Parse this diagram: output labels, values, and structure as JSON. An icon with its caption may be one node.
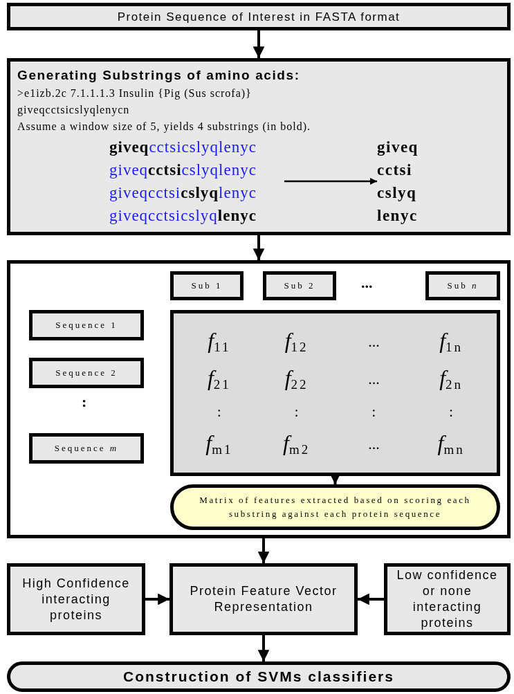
{
  "diagram": {
    "nodes": [
      {
        "text": [
          "Protein Sequence of Interest in FASTA format"
        ]
      },
      {
        "text": [
          "Generating Substrings of amino acids:",
          ">e1izb.2c 7.1.1.1.3 Insulin {Pig (Sus scrofa)}",
          "giveqcctsicslyqlenycn",
          "Assume a window size of 5, yields 4 substrings (in bold)."
        ]
      },
      {
        "text": [
          "**giveq**cctsicslyqlenyc",
          "giveq**cctsi**cslyqlenyc",
          "giveqcctsi**cslyq**lenyc",
          "giveqcctsicslyq**lenyc**"
        ],
        "in": 1
      },
      {
        "text": [
          "giveq",
          "cctsi",
          "cslyq",
          "lenyc"
        ],
        "in": 1
      },
      {
        "text": [],
        "shape": "box"
      },
      {
        "text": [
          "Sub 1"
        ],
        "in": 4
      },
      {
        "text": [
          "Sub 2"
        ],
        "in": 4
      },
      {
        "text": [
          "Sub *n*"
        ],
        "in": 4
      },
      {
        "text": [
          "Sequence 1"
        ],
        "in": 4
      },
      {
        "text": [
          "Sequence 2"
        ],
        "in": 4
      },
      {
        "text": [
          "Sequence *m*"
        ],
        "in": 4
      },
      {
        "text": [
          "*f*$_{11}$",
          "*f*$_{12}$",
          "...",
          "*f*$_{1n}$",
          "*f*$_{21}$",
          "*f*$_{22}$",
          "...",
          "*f*$_{2n}$",
          ":",
          ":",
          ":",
          ":",
          "*f*$_{m1}$",
          "*f*$_{m2}$",
          "...",
          "*f*$_{mn}$"
        ],
        "in": 4
      },
      {
        "text": [
          "Matrix of features extracted based on scoring each substring against each protein sequence"
        ],
        "in": 4
      },
      {
        "text": [
          "High Confidence interacting proteins"
        ]
      },
      {
        "text": [
          "Protein Feature Vector Representation"
        ]
      },
      {
        "text": [
          "Low confidence or none interacting proteins"
        ]
      },
      {
        "text": [
          "Construction of SVMs classifiers"
        ]
      }
    ],
    "edges": [
      {
        "from": 0,
        "to": 1,
        "arrow": "to"
      },
      {
        "from": 2,
        "to": 3,
        "arrow": "to"
      },
      {
        "from": 1,
        "to": 4,
        "arrow": "to"
      },
      {
        "from": 11,
        "to": 12,
        "arrow": "to"
      },
      {
        "from": 4,
        "to": 14,
        "arrow": "to"
      },
      {
        "from": 13,
        "to": 14,
        "arrow": "to"
      },
      {
        "from": 15,
        "to": 14,
        "arrow": "to"
      },
      {
        "from": 14,
        "to": 16,
        "arrow": "to"
      }
    ],
    "labels": [
      "...",
      ":"
    ]
  }
}
